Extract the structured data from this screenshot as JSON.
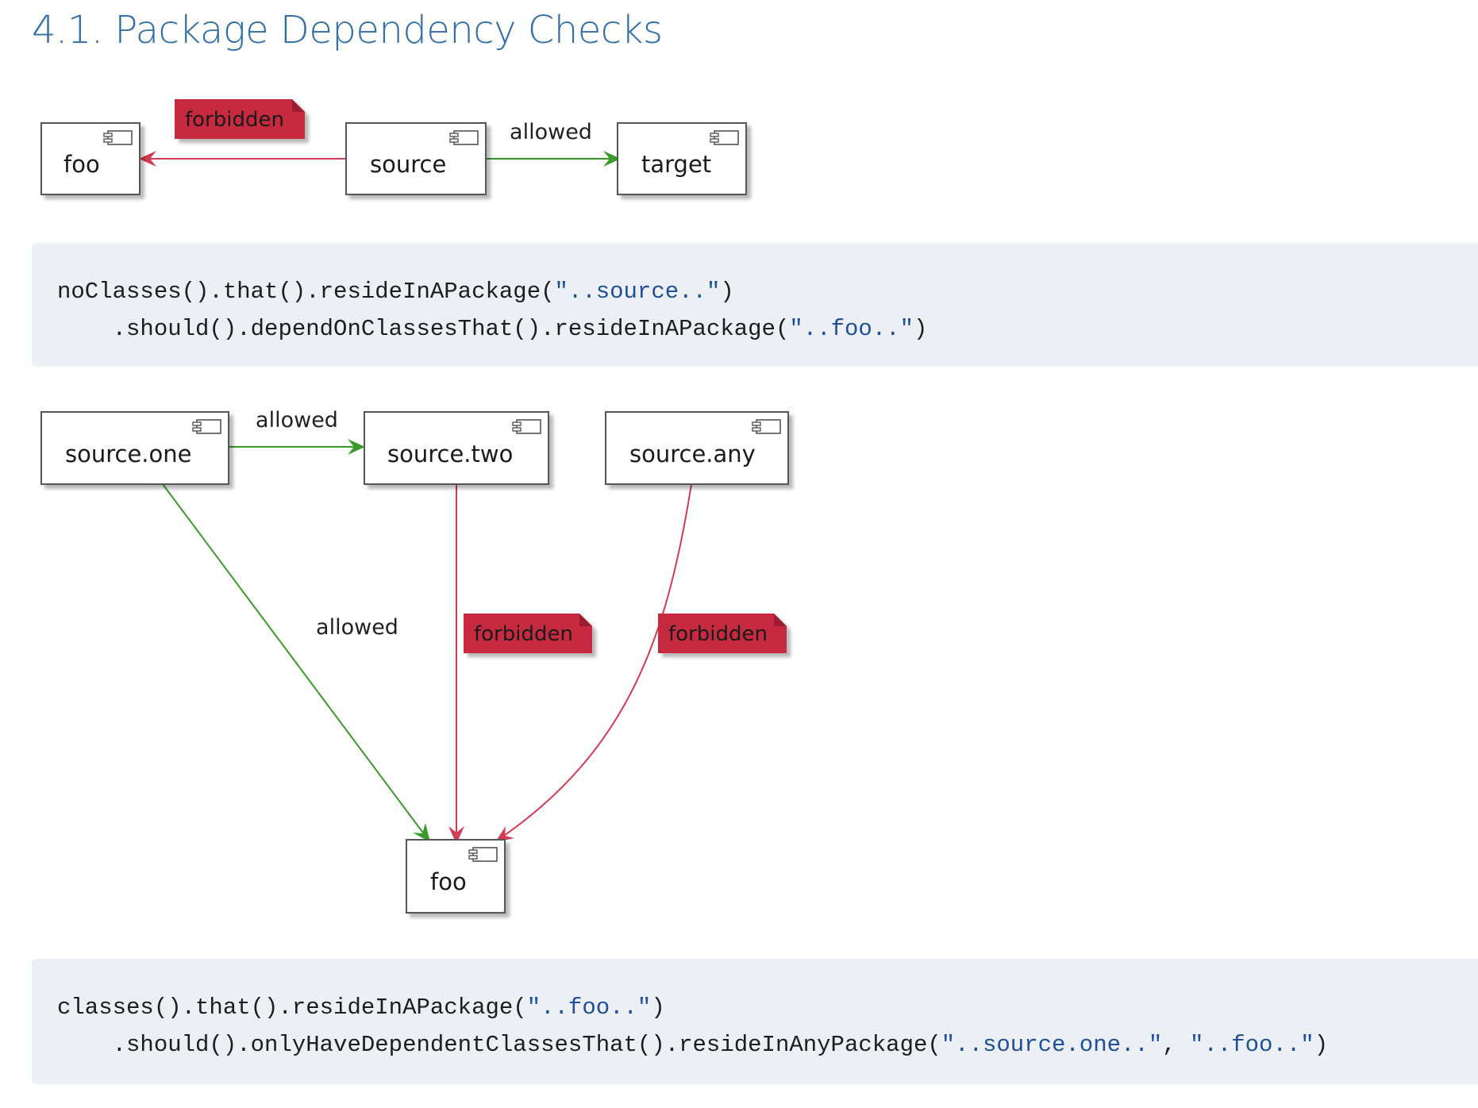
{
  "section": {
    "title": "4.1. Package Dependency Checks"
  },
  "diagram1": {
    "nodes": {
      "foo": "foo",
      "source": "source",
      "target": "target"
    },
    "edges": {
      "forbidden_label": "forbidden",
      "allowed_label": "allowed"
    }
  },
  "code1": {
    "line1_prefix": "noClasses().that().resideInAPackage(",
    "line1_arg": "\"..source..\"",
    "line1_suffix": ")",
    "line2_prefix": "    .should().dependOnClassesThat().resideInAPackage(",
    "line2_arg": "\"..foo..\"",
    "line2_suffix": ")"
  },
  "diagram2": {
    "nodes": {
      "source_one": "source.one",
      "source_two": "source.two",
      "source_any": "source.any",
      "foo": "foo"
    },
    "edges": {
      "one_to_two": "allowed",
      "one_to_foo": "allowed",
      "two_to_foo": "forbidden",
      "any_to_foo": "forbidden"
    }
  },
  "code2": {
    "line1_prefix": "classes().that().resideInAPackage(",
    "line1_arg": "\"..foo..\"",
    "line1_suffix": ")",
    "line2_prefix": "    .should().onlyHaveDependentClassesThat().resideInAnyPackage(",
    "line2_arg1": "\"..source.one..\"",
    "line2_sep": ", ",
    "line2_arg2": "\"..foo..\"",
    "line2_suffix": ")"
  },
  "colors": {
    "title": "#2f6ea8",
    "allowed": "#3a9a2a",
    "forbidden": "#d43a52",
    "note_fill": "#c72c40",
    "string": "#1f4f9a",
    "code_bg": "#eceff3"
  }
}
